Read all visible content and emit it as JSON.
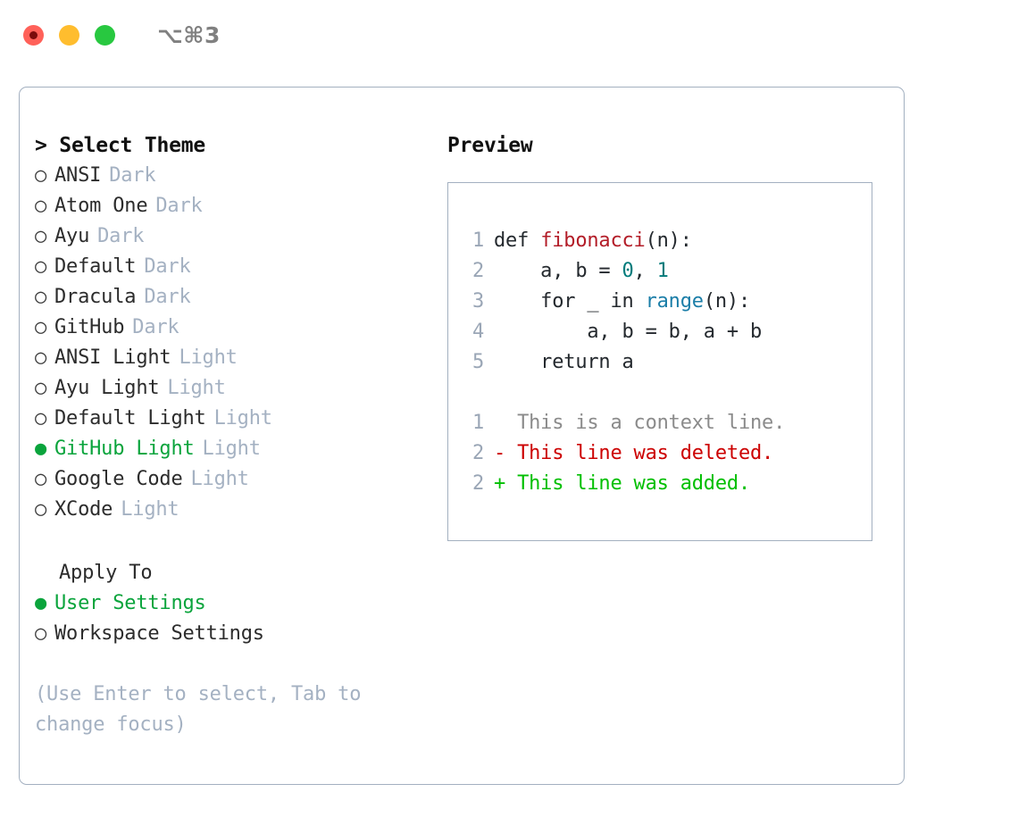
{
  "titlebar": {
    "shortcut": "⌥⌘3",
    "lights": [
      {
        "name": "close",
        "color": "#ff6159"
      },
      {
        "name": "minimize",
        "color": "#ffbd2e"
      },
      {
        "name": "maximize",
        "color": "#28c840"
      }
    ]
  },
  "colors": {
    "accent_green": "#0aa43c",
    "muted": "#a4b1c2",
    "border": "#a3b0c0",
    "text": "#2c2c2c",
    "diff_add": "#00bf00",
    "diff_del": "#cc0000",
    "diff_ctx": "#8b8b8b",
    "syntax_function": "#b31d28",
    "syntax_number": "#007b7b",
    "syntax_call": "#1b7ea8"
  },
  "left": {
    "heading_prefix": "> ",
    "heading": "Select Theme",
    "themes": [
      {
        "bullet": "○",
        "label": "ANSI",
        "suffix": "Dark",
        "selected": false
      },
      {
        "bullet": "○",
        "label": "Atom One",
        "suffix": "Dark",
        "selected": false
      },
      {
        "bullet": "○",
        "label": "Ayu",
        "suffix": "Dark",
        "selected": false
      },
      {
        "bullet": "○",
        "label": "Default",
        "suffix": "Dark",
        "selected": false
      },
      {
        "bullet": "○",
        "label": "Dracula",
        "suffix": "Dark",
        "selected": false
      },
      {
        "bullet": "○",
        "label": "GitHub",
        "suffix": "Dark",
        "selected": false
      },
      {
        "bullet": "○",
        "label": "ANSI Light",
        "suffix": "Light",
        "selected": false
      },
      {
        "bullet": "○",
        "label": "Ayu Light",
        "suffix": "Light",
        "selected": false
      },
      {
        "bullet": "○",
        "label": "Default Light",
        "suffix": "Light",
        "selected": false
      },
      {
        "bullet": "●",
        "label": "GitHub Light",
        "suffix": "Light",
        "selected": true
      },
      {
        "bullet": "○",
        "label": "Google Code",
        "suffix": "Light",
        "selected": false
      },
      {
        "bullet": "○",
        "label": "XCode",
        "suffix": "Light",
        "selected": false
      }
    ],
    "apply_to": {
      "title": "Apply To",
      "options": [
        {
          "bullet": "●",
          "label": "User Settings",
          "selected": true
        },
        {
          "bullet": "○",
          "label": "Workspace Settings",
          "selected": false
        }
      ]
    },
    "hint": "(Use Enter to select, Tab to change focus)"
  },
  "right": {
    "title": "Preview",
    "code_lines": [
      {
        "no": "1",
        "tokens": [
          {
            "t": "def ",
            "c": "plain"
          },
          {
            "t": "fibonacci",
            "c": "fn"
          },
          {
            "t": "(n):",
            "c": "plain"
          }
        ]
      },
      {
        "no": "2",
        "tokens": [
          {
            "t": "    a, b = ",
            "c": "plain"
          },
          {
            "t": "0",
            "c": "num"
          },
          {
            "t": ", ",
            "c": "plain"
          },
          {
            "t": "1",
            "c": "num"
          }
        ]
      },
      {
        "no": "3",
        "tokens": [
          {
            "t": "    for _ in ",
            "c": "plain"
          },
          {
            "t": "range",
            "c": "call"
          },
          {
            "t": "(n):",
            "c": "plain"
          }
        ]
      },
      {
        "no": "4",
        "tokens": [
          {
            "t": "        a, b = b, a + b",
            "c": "plain"
          }
        ]
      },
      {
        "no": "5",
        "tokens": [
          {
            "t": "    return a",
            "c": "plain"
          }
        ]
      }
    ],
    "diff_lines": [
      {
        "no": "1",
        "text": "  This is a context line.",
        "kind": "ctx"
      },
      {
        "no": "2",
        "text": "- This line was deleted.",
        "kind": "del"
      },
      {
        "no": "2",
        "text": "+ This line was added.",
        "kind": "add"
      }
    ]
  }
}
